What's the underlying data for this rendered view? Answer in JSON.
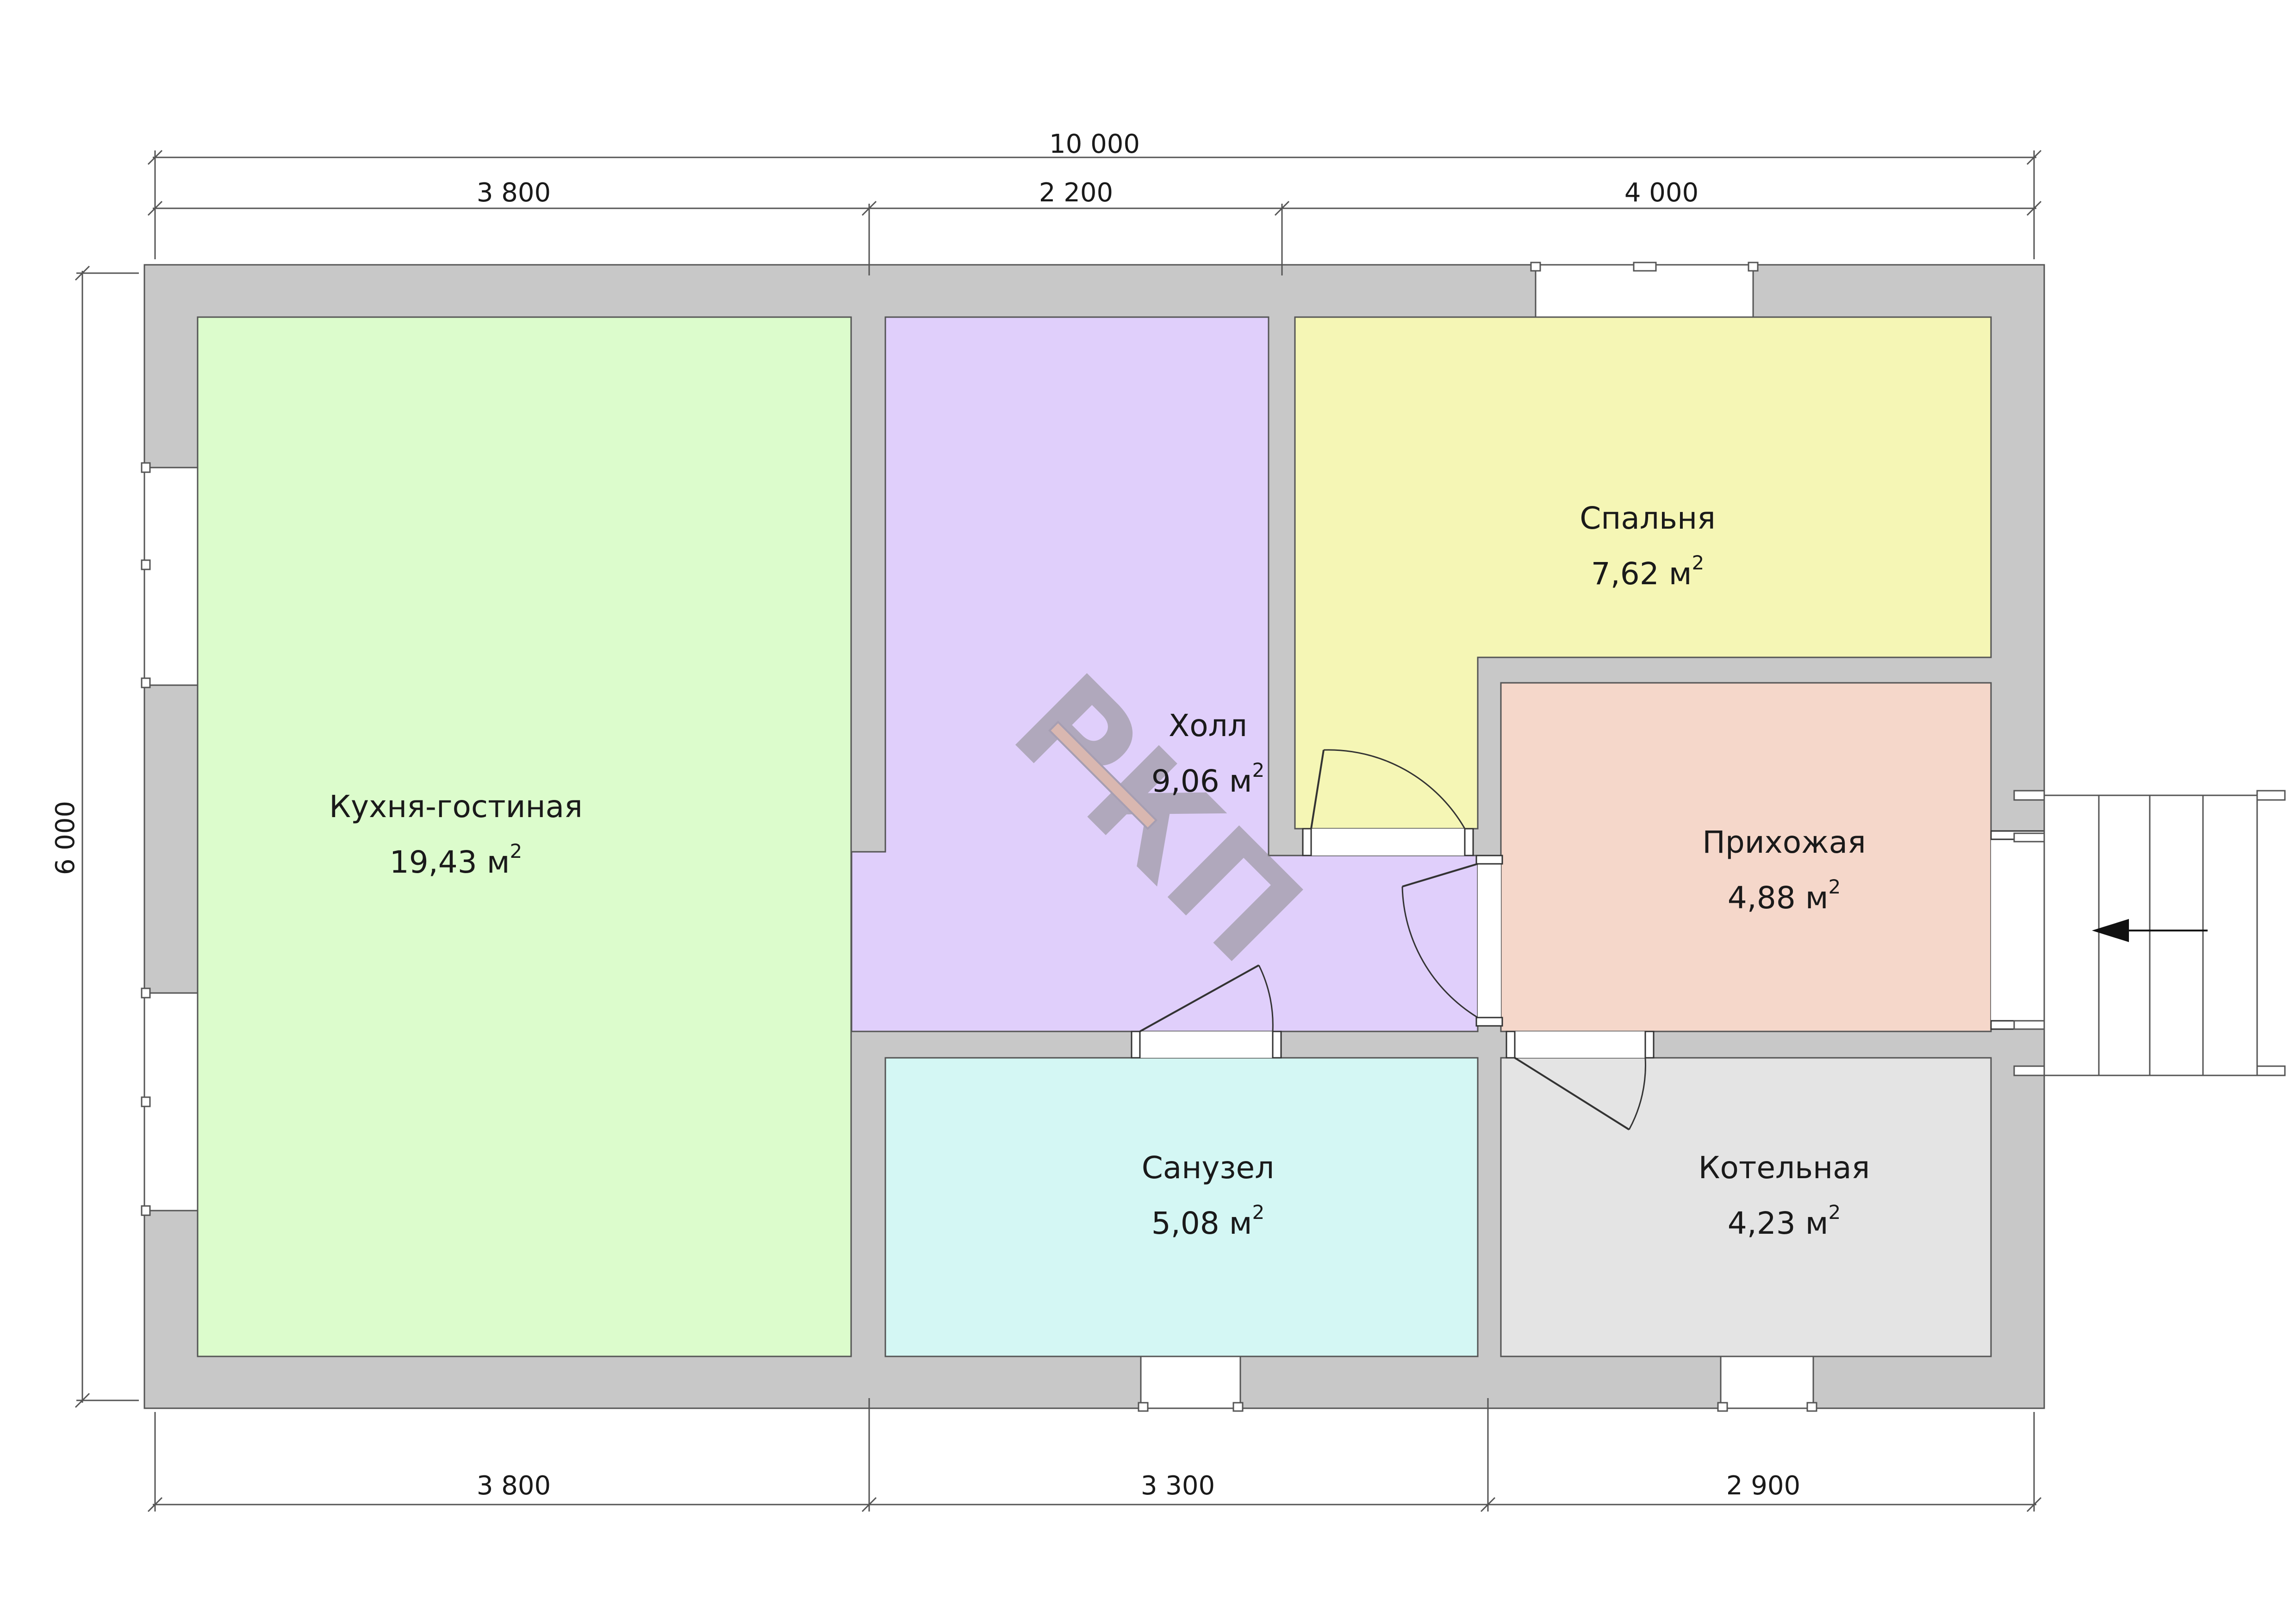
{
  "rooms": {
    "kitchen": {
      "name": "Кухня-гостиная",
      "area": "19,43 м",
      "color": "#dcfccc"
    },
    "hall": {
      "name": "Холл",
      "area": "9,06 м",
      "color": "#e0cffb"
    },
    "bedroom": {
      "name": "Спальня",
      "area": "7,62 м",
      "color": "#f5f6b5"
    },
    "entrance": {
      "name": "Прихожая",
      "area": "4,88 м",
      "color": "#f5d7ca"
    },
    "bathroom": {
      "name": "Санузел",
      "area": "5,08 м",
      "color": "#d4f7f4"
    },
    "boiler": {
      "name": "Котельная",
      "area": "4,23 м",
      "color": "#e4e4e4"
    }
  },
  "area_unit_exponent": "2",
  "dimensions": {
    "total_width": "10 000",
    "top": [
      "3 800",
      "2 200",
      "4 000"
    ],
    "bottom": [
      "3 800",
      "3 300",
      "2 900"
    ],
    "height": "6 000"
  },
  "colors": {
    "wall": "#c8c8c8",
    "watermark": "#8a8a8a"
  },
  "watermark_text": "РКП"
}
